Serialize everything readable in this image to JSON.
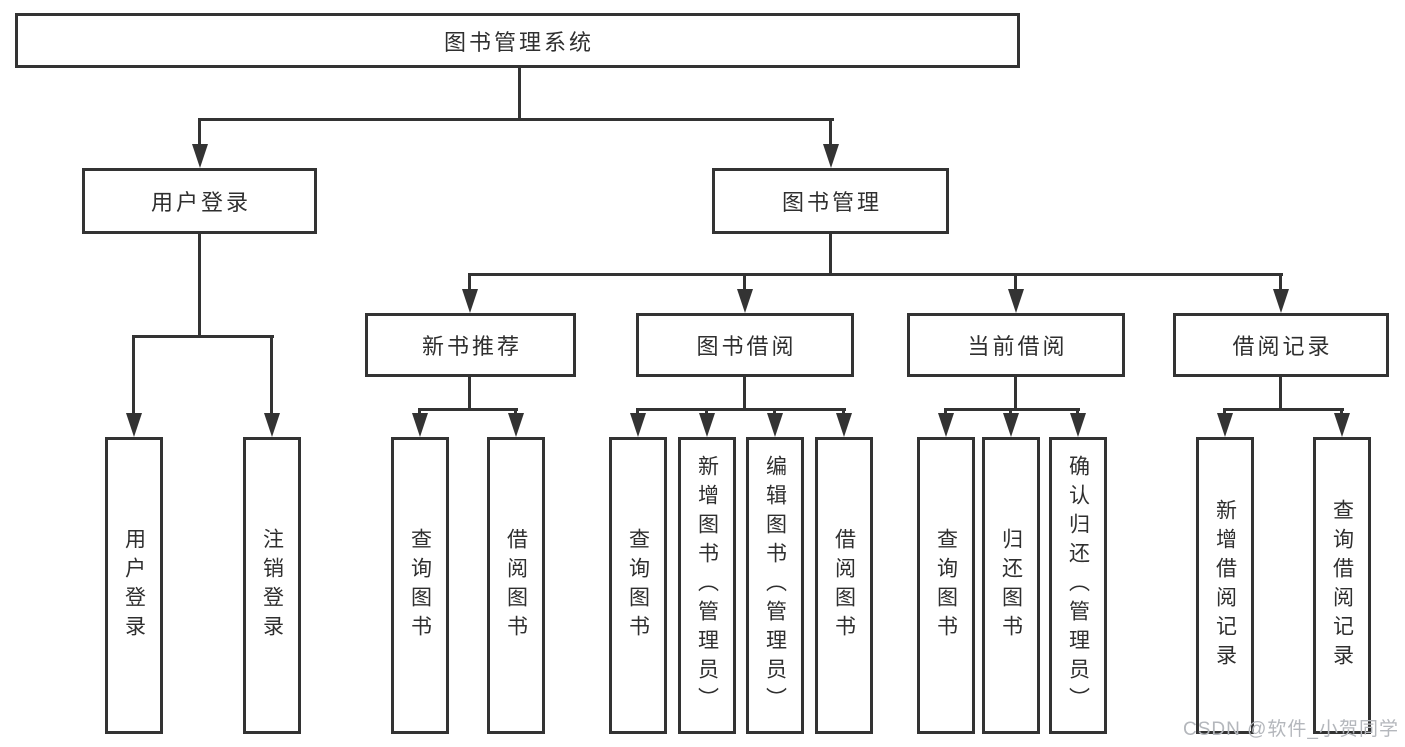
{
  "diagram": {
    "root": {
      "label": "图书管理系统"
    },
    "level2": [
      {
        "id": "user-login",
        "label": "用户登录"
      },
      {
        "id": "book-management",
        "label": "图书管理"
      }
    ],
    "level3": [
      {
        "id": "new-book-recommend",
        "label": "新书推荐"
      },
      {
        "id": "book-borrowing",
        "label": "图书借阅"
      },
      {
        "id": "current-borrowing",
        "label": "当前借阅"
      },
      {
        "id": "borrowing-records",
        "label": "借阅记录"
      }
    ],
    "leaves": [
      {
        "id": "user-login-leaf",
        "label": "用户登录"
      },
      {
        "id": "logout",
        "label": "注销登录"
      },
      {
        "id": "query-books-recommend",
        "label": "查询图书"
      },
      {
        "id": "borrow-books-recommend",
        "label": "借阅图书"
      },
      {
        "id": "query-books-borrowing",
        "label": "查询图书"
      },
      {
        "id": "add-book-admin",
        "label": "新增图书（管理员）"
      },
      {
        "id": "edit-book-admin",
        "label": "编辑图书（管理员）"
      },
      {
        "id": "borrow-books-borrowing",
        "label": "借阅图书"
      },
      {
        "id": "query-books-current",
        "label": "查询图书"
      },
      {
        "id": "return-books",
        "label": "归还图书"
      },
      {
        "id": "confirm-return-admin",
        "label": "确认归还（管理员）"
      },
      {
        "id": "add-borrow-record",
        "label": "新增借阅记录"
      },
      {
        "id": "query-borrow-record",
        "label": "查询借阅记录"
      }
    ]
  },
  "watermark": {
    "text": "CSDN @软件_小贺同学"
  },
  "colors": {
    "line": "#333333",
    "text": "#2f2f2f",
    "watermark": "#b4b7bc",
    "background": "#ffffff"
  }
}
